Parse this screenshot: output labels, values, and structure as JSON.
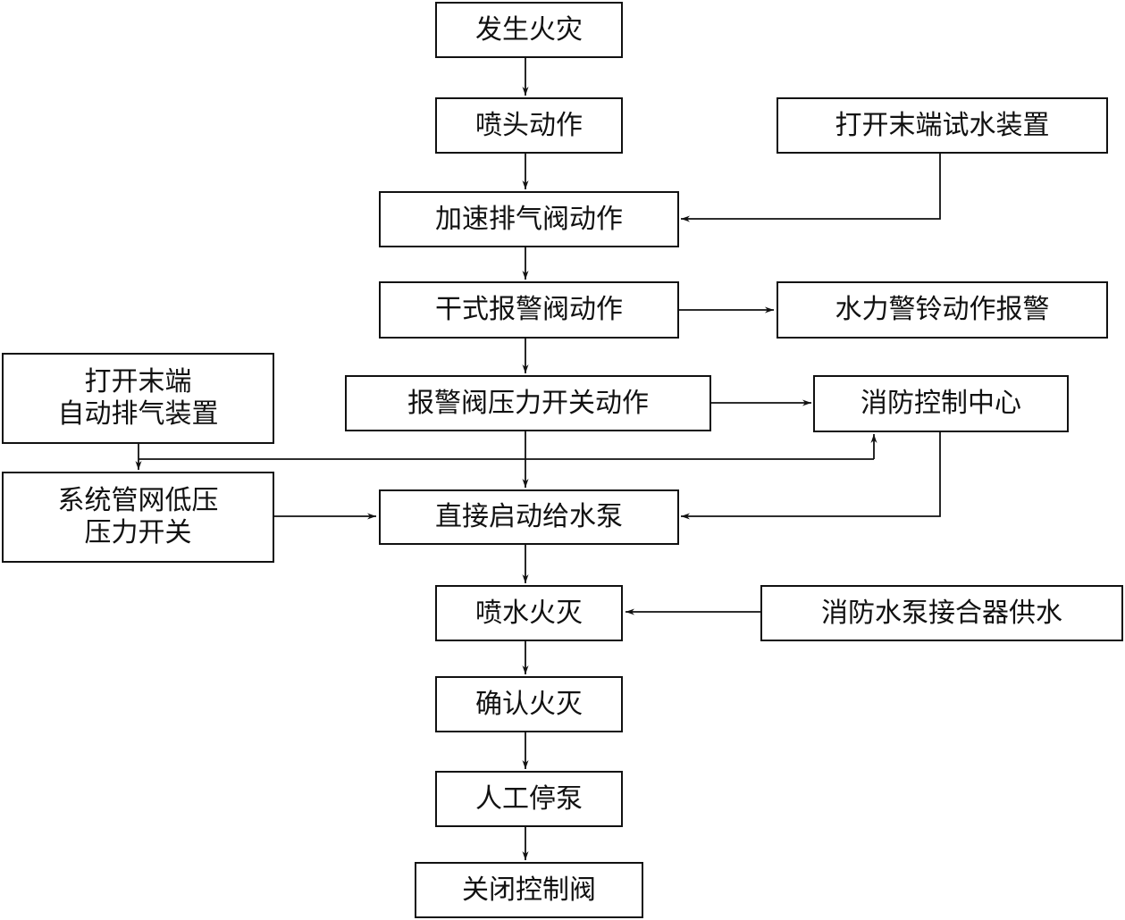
{
  "nodes": {
    "fire_occurs": "发生火灾",
    "sprinkler_activates": "喷头动作",
    "open_end_test_device": "打开末端试水装置",
    "accelerator_valve": "加速排气阀动作",
    "dry_alarm_valve": "干式报警阀动作",
    "water_motor_gong": "水力警铃动作报警",
    "open_end_auto_exhaust_line1": "打开末端",
    "open_end_auto_exhaust_line2": "自动排气装置",
    "pressure_switch": "报警阀压力开关动作",
    "fire_control_center": "消防控制中心",
    "low_pressure_switch_line1": "系统管网低压",
    "low_pressure_switch_line2": "压力开关",
    "start_pump": "直接启动给水泵",
    "spray_extinguish": "喷水火灭",
    "connector_supply": "消防水泵接合器供水",
    "confirm_extinguished": "确认火灭",
    "manual_stop_pump": "人工停泵",
    "close_control_valve": "关闭控制阀"
  }
}
